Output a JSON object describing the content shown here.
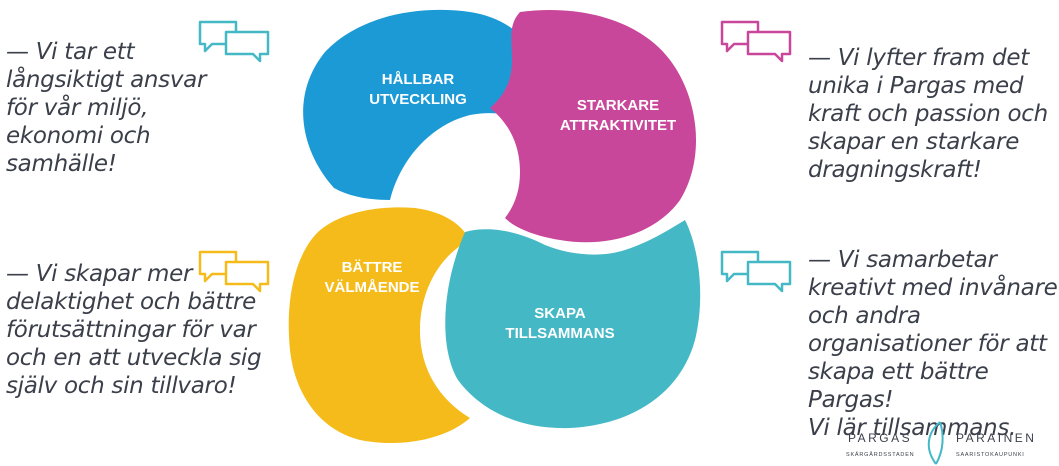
{
  "segments": {
    "top_left": {
      "line1": "HÅLLBAR",
      "line2": "UTVECKLING",
      "color": "#1b9ad6"
    },
    "top_right": {
      "line1": "STARKARE",
      "line2": "ATTRAKTIVITET",
      "color": "#c9479a"
    },
    "bottom_left": {
      "line1": "BÄTTRE",
      "line2": "VÄLMÅENDE",
      "color": "#f5bb1a"
    },
    "bottom_right": {
      "line1": "SKAPA",
      "line2": "TILLSAMMANS",
      "color": "#45b8c6"
    }
  },
  "quotes": {
    "top_left": "— Vi tar ett\nlångsiktigt ansvar\nför vår miljö,\nekonomi och\nsamhälle!",
    "top_right": "— Vi lyfter fram det\nunika i Pargas med\nkraft och passion och\nskapar en starkare\ndragningskraft!",
    "bottom_left": "— Vi skapar mer\ndelaktighet och bättre\nförutsättningar för var\noch en att utveckla sig\nsjälv och sin tillvaro!",
    "bottom_right": "— Vi samarbetar\nkreativt med invånare\noch andra\norganisationer för att\nskapa ett bättre Pargas!\nVi lär tillsammans."
  },
  "bubble_icons": [
    {
      "name": "speech-bubbles-icon",
      "color": "#45b8c6"
    },
    {
      "name": "speech-bubbles-icon",
      "color": "#c9479a"
    },
    {
      "name": "speech-bubbles-icon",
      "color": "#f5bb1a"
    },
    {
      "name": "speech-bubbles-icon",
      "color": "#45b8c6"
    }
  ],
  "logo": {
    "left_name": "PARGAS",
    "left_sub": "SKÄRGÅRDSSTADEN",
    "right_name": "PARAINEN",
    "right_sub": "SAARISTOKAUPUNKI",
    "color": "#45b8c6"
  }
}
